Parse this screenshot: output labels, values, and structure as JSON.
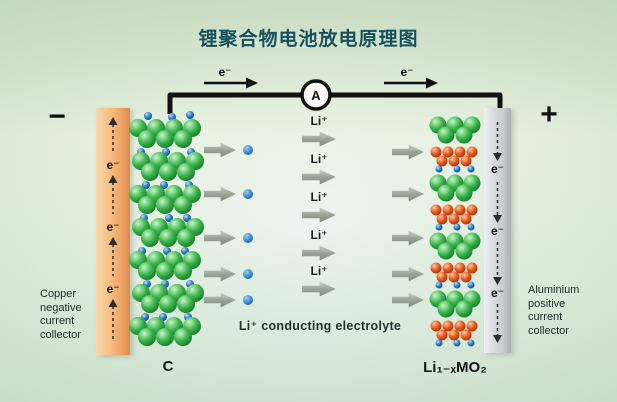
{
  "title": "锂聚合物电池放电原理图",
  "circuit": {
    "ammeter_label": "A",
    "electron_left": "e⁻",
    "electron_right": "e⁻"
  },
  "terminals": {
    "negative": "−",
    "positive": "+"
  },
  "collectors": {
    "left": {
      "electron_labels": [
        "e⁻",
        "e⁻",
        "e⁻"
      ],
      "caption_lines": [
        "Copper",
        "negative",
        "current",
        "collector"
      ]
    },
    "right": {
      "electron_labels": [
        "e⁻",
        "e⁻",
        "e⁻"
      ],
      "caption_lines": [
        "Aluminium",
        "positive",
        "current",
        "collector"
      ]
    }
  },
  "electrolyte": {
    "ion_labels": [
      "Li⁺",
      "Li⁺",
      "Li⁺",
      "Li⁺",
      "Li⁺"
    ],
    "caption": "Li⁺ conducting electrolyte"
  },
  "electrodes": {
    "left_label": "C",
    "right_label": "Li₁₋ₓMO₂"
  },
  "colors": {
    "title": "#17505e",
    "wire": "#111111",
    "copper_bar": "#f0a869",
    "aluminium_bar": "#c6ccd0",
    "green_sphere": "#3cb54d",
    "blue_sphere": "#2a7cc7",
    "red_sphere": "#e8571d",
    "arrow_gray": "#9aa596"
  }
}
